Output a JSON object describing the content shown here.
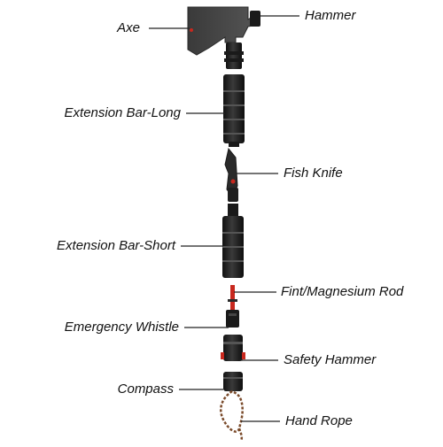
{
  "labels": {
    "axe": "Axe",
    "hammer": "Hammer",
    "extension_bar_long": "Extension Bar-Long",
    "fish_knife": "Fish Knife",
    "extension_bar_short": "Extension Bar-Short",
    "fint_magnesium_rod": "Fint/Magnesium Rod",
    "emergency_whistle": "Emergency Whistle",
    "safety_hammer": "Safety Hammer",
    "compass": "Compass",
    "hand_rope": "Hand Rope"
  },
  "colors": {
    "tool_dark": "#262626",
    "tool_mid": "#4a4a4a",
    "accent_red": "#c8281e",
    "leader_line": "#222222",
    "rope_brown": "#7a4a2a"
  }
}
